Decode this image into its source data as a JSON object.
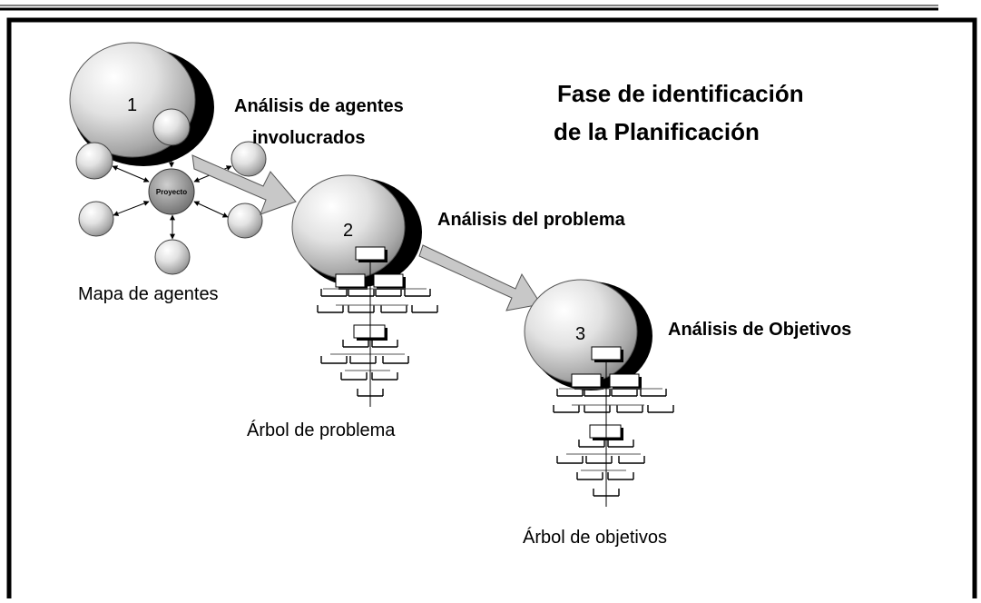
{
  "title": {
    "line1": "Fase de identificación",
    "line2": "de la Planificación"
  },
  "steps": [
    {
      "number": "1",
      "label_line1": "Análisis de agentes",
      "label_line2": "involucrados",
      "caption": "Mapa de agentes"
    },
    {
      "number": "2",
      "label_line1": "Análisis del problema",
      "caption": "Árbol de problema"
    },
    {
      "number": "3",
      "label_line1": "Análisis de Objetivos",
      "caption": "Árbol de objetivos"
    }
  ],
  "map": {
    "center_label": "Proyecto"
  },
  "colors": {
    "bubble_light": "#f2f2f2",
    "bubble_mid": "#bdbdbd",
    "bubble_dark": "#8a8a8a",
    "shadow": "#000000",
    "arrow_fill": "#c8c8c8",
    "hub": "#8e8e8e"
  }
}
